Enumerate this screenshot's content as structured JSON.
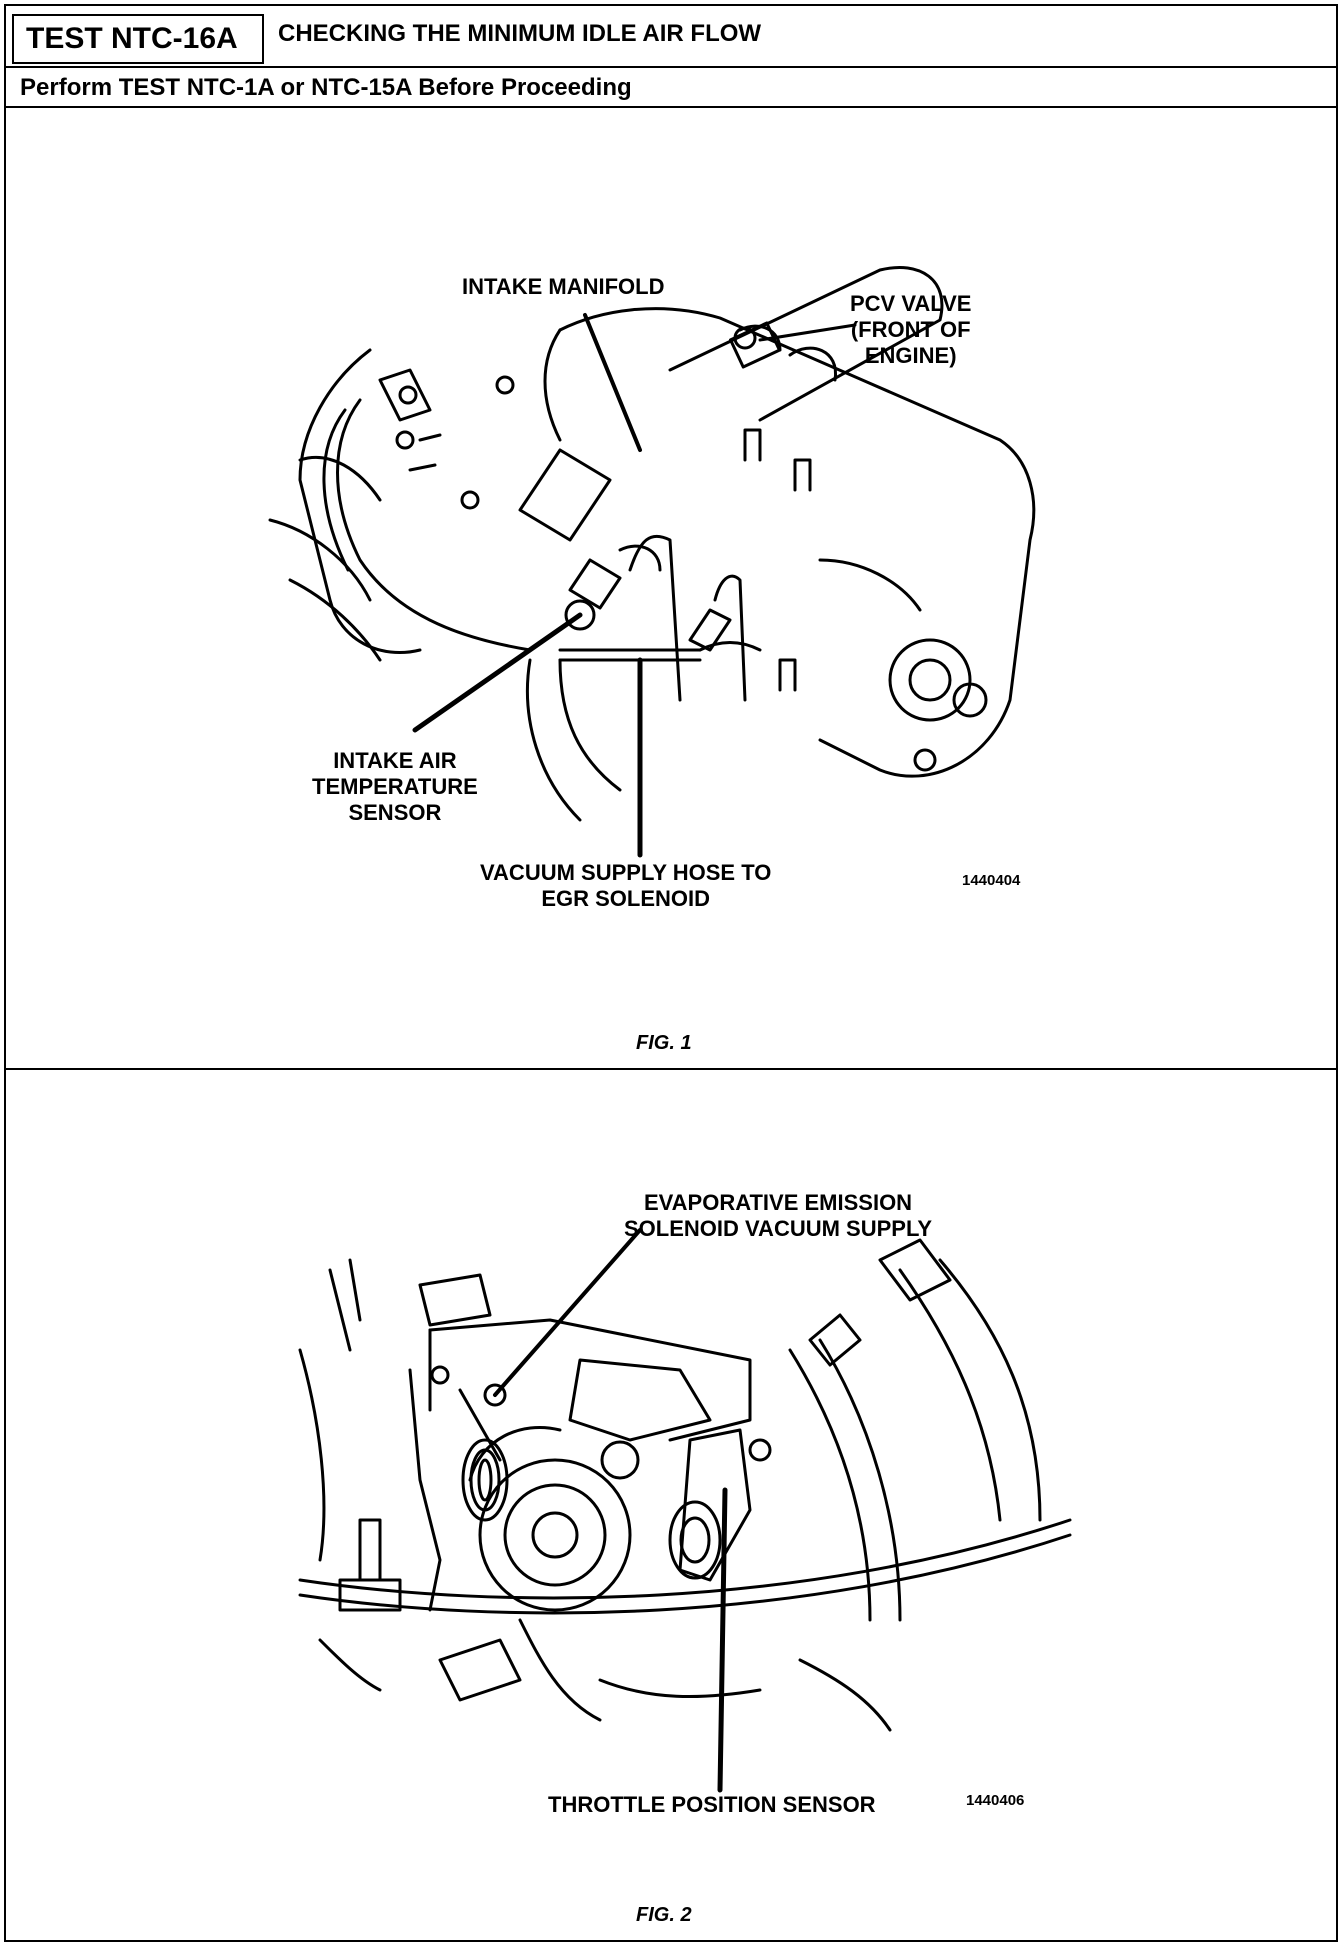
{
  "header": {
    "test_id": "TEST NTC-16A",
    "title": "CHECKING THE MINIMUM IDLE AIR FLOW",
    "prerequisite": "Perform TEST NTC-1A or NTC-15A Before Proceeding"
  },
  "figure1": {
    "caption": "FIG. 1",
    "code": "1440404",
    "labels": {
      "intake_manifold": "INTAKE MANIFOLD",
      "pcv_valve": "PCV VALVE\n(FRONT OF\nENGINE)",
      "intake_air_temp_sensor": "INTAKE AIR\nTEMPERATURE\nSENSOR",
      "vacuum_supply_hose": "VACUUM SUPPLY HOSE TO\nEGR SOLENOID"
    }
  },
  "figure2": {
    "caption": "FIG. 2",
    "code": "1440406",
    "labels": {
      "evap_emission": "EVAPORATIVE EMISSION\nSOLENOID VACUUM SUPPLY",
      "throttle_position_sensor": "THROTTLE POSITION SENSOR"
    }
  }
}
